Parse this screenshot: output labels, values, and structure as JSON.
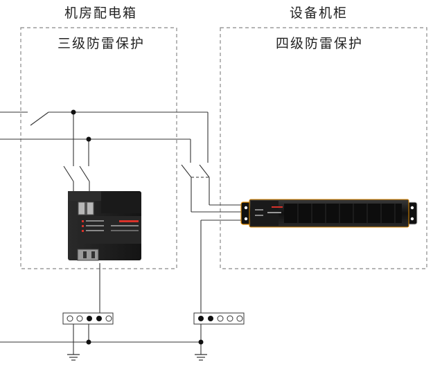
{
  "left_box": {
    "title": "机房配电箱",
    "subtitle": "三级防雷保护"
  },
  "right_box": {
    "title": "设备机柜",
    "subtitle": "四级防雷保护"
  },
  "colors": {
    "line": "#333333",
    "dash": "#888888",
    "device_dark": "#1e1e1e",
    "device_accent": "#e08a00",
    "brand_red": "#d8322a"
  },
  "icons": [
    "switch-symbol",
    "ground-symbol",
    "terminal-block",
    "spd-module",
    "rack-pdu"
  ]
}
